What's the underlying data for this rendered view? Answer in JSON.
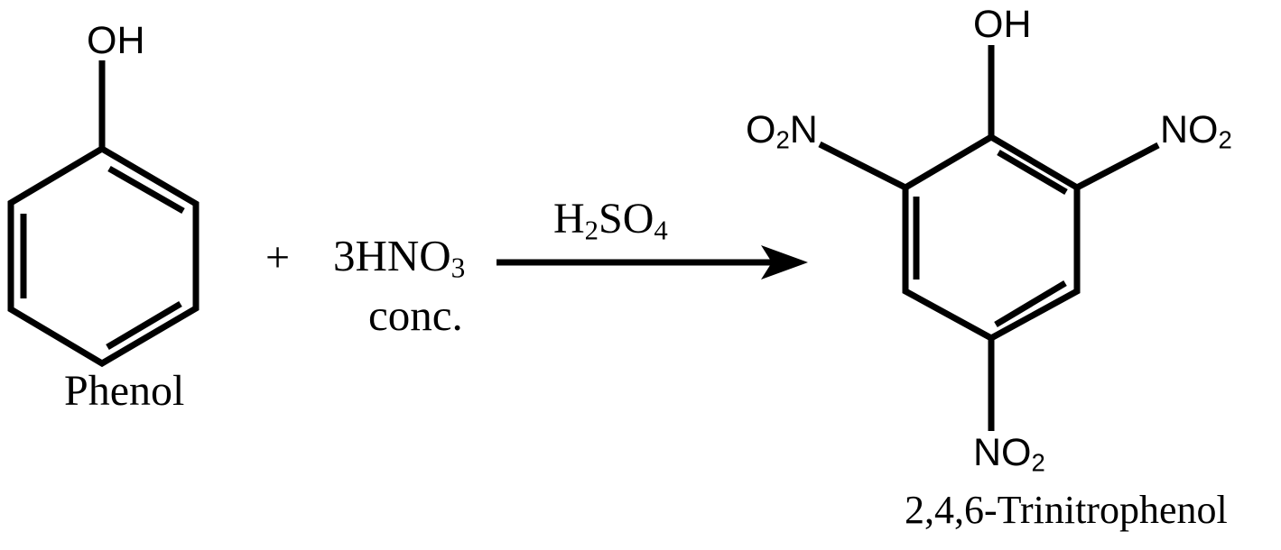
{
  "colors": {
    "background": "#ffffff",
    "ink": "#000000"
  },
  "reactant": {
    "substituent": "OH",
    "name": "Phenol"
  },
  "operator": "+",
  "reagent": {
    "coefficient_formula": {
      "main": "3HNO",
      "sub": "3"
    },
    "note": "conc."
  },
  "arrow_label": {
    "p1": "H",
    "s1": "2",
    "p2": "SO",
    "s2": "4"
  },
  "product": {
    "substituent_top": "OH",
    "nitro_left": {
      "p1": "O",
      "s1": "2",
      "p2": "N"
    },
    "nitro_right": {
      "p1": "NO",
      "s1": "2"
    },
    "nitro_bottom": {
      "p1": "NO",
      "s1": "2"
    },
    "name": "2,4,6-Trinitrophenol"
  }
}
